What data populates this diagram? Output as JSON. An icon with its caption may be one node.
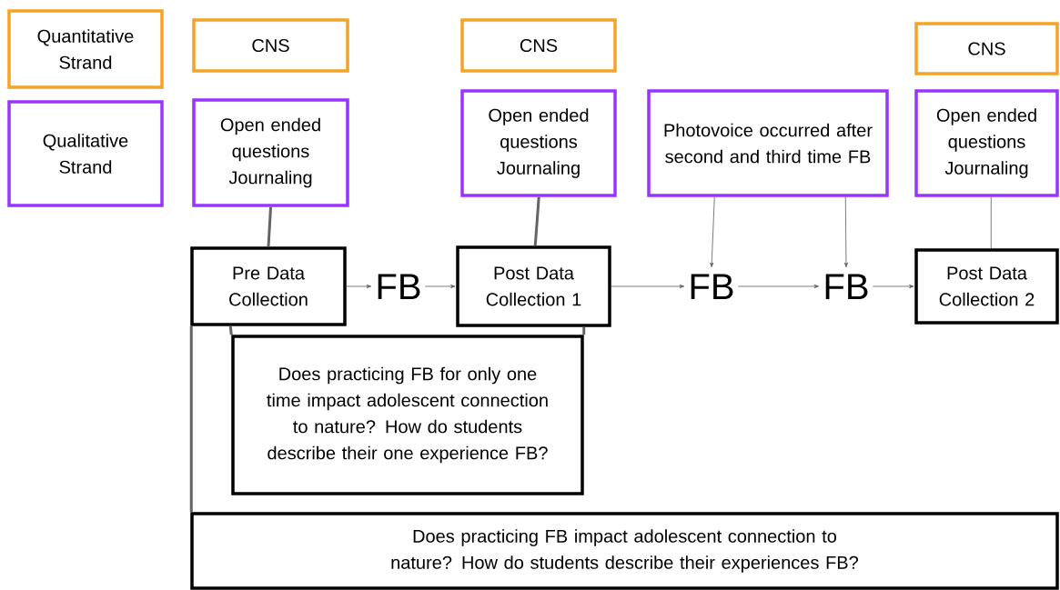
{
  "diagram": {
    "nodes": [
      {
        "text": [
          "Quantitative Strand"
        ]
      },
      {
        "text": [
          "Qualitative Strand"
        ]
      },
      {
        "text": [
          "CNS"
        ]
      },
      {
        "text": [
          "CNS"
        ]
      },
      {
        "text": [
          "CNS"
        ]
      },
      {
        "text": [
          "Open ended questions Journaling"
        ]
      },
      {
        "text": [
          "Open ended questions Journaling"
        ]
      },
      {
        "text": [
          "Photovoice occurred after second and third time FB"
        ]
      },
      {
        "text": [
          "Open ended questions Journaling"
        ]
      },
      {
        "text": [
          "Pre Data Collection"
        ]
      },
      {
        "text": [
          "FB"
        ]
      },
      {
        "text": [
          "Post Data Collection  1"
        ]
      },
      {
        "text": [
          "FB"
        ]
      },
      {
        "text": [
          "FB"
        ]
      },
      {
        "text": [
          "Post Data Collection 2"
        ]
      },
      {
        "text": [
          "Does practicing FB for only one time impact adolescent connection to nature? How do students describe their one experience FB?"
        ]
      },
      {
        "text": [
          "Does practicing FB impact adolescent connection to nature? How do students describe their experiences FB?"
        ]
      }
    ],
    "edges": [
      {
        "from": 5,
        "to": 9,
        "arrow": "none",
        "style": "thick"
      },
      {
        "from": 6,
        "to": 11,
        "arrow": "none",
        "style": "thick"
      },
      {
        "from": 8,
        "to": 14,
        "arrow": "none"
      },
      {
        "from": 7,
        "to": 12,
        "arrow": "to"
      },
      {
        "from": 7,
        "to": 13,
        "arrow": "to"
      },
      {
        "from": 9,
        "to": 10,
        "arrow": "to"
      },
      {
        "from": 10,
        "to": 11,
        "arrow": "to"
      },
      {
        "from": 11,
        "to": 12,
        "arrow": "to"
      },
      {
        "from": 12,
        "to": 13,
        "arrow": "to"
      },
      {
        "from": 13,
        "to": 14,
        "arrow": "to"
      },
      {
        "from": 9,
        "to": 15,
        "arrow": "none",
        "style": "thick"
      },
      {
        "from": 11,
        "to": 15,
        "arrow": "none",
        "style": "thick"
      },
      {
        "from": 9,
        "to": 16,
        "arrow": "none",
        "style": "thick"
      }
    ]
  }
}
